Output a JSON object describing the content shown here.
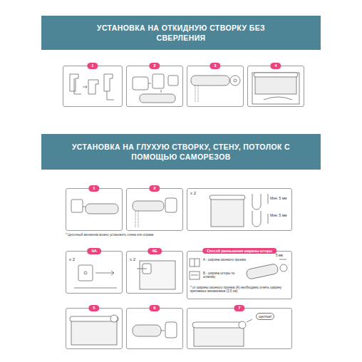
{
  "diagram": {
    "nodes": [
      {
        "text": [
          "УСТАНОВКА НА ОТКИДНУЮ СТВОРКУ БЕЗ СВЕРЛЕНИЯ"
        ]
      },
      {
        "text": [
          "1"
        ]
      },
      {
        "text": [
          "2"
        ]
      },
      {
        "text": [
          "3"
        ]
      },
      {
        "text": [
          "4"
        ]
      },
      {
        "text": [
          "УСТАНОВКА НА ГЛУХУЮ СТВОРКУ, СТЕНУ, ПОТОЛОК С ПОМОЩЬЮ САМОРЕЗОВ"
        ]
      },
      {
        "text": [
          "1"
        ]
      },
      {
        "text": [
          "2"
        ]
      },
      {
        "text": [
          "x 2",
          "Мин. 5 мм",
          "Мин. 5 мм"
        ]
      },
      {
        "text": [
          "4А",
          "x 2"
        ]
      },
      {
        "text": [
          "4Б",
          "x 2"
        ]
      },
      {
        "text": [
          "Способ уменьшения ширины шторы",
          "А - ширина оконного проема",
          "Б - ширина шторы по штапику",
          "5 мм",
          "* от ширины оконного проема (А) необходимо отнять ширину крепежных механизмов (3,5 см)"
        ]
      },
      {
        "text": [
          "5"
        ]
      },
      {
        "text": [
          "6"
        ]
      },
      {
        "text": [
          "7",
          "щелчок!"
        ]
      }
    ],
    "labels": [
      "* Цепочный механизм можно установить слева или справа"
    ]
  }
}
